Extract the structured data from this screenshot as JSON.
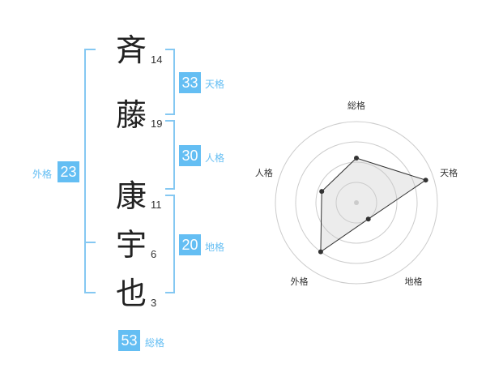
{
  "name": {
    "chars": [
      {
        "char": "斉",
        "strokes": "14"
      },
      {
        "char": "藤",
        "strokes": "19"
      },
      {
        "char": "康",
        "strokes": "11"
      },
      {
        "char": "宇",
        "strokes": "6"
      },
      {
        "char": "也",
        "strokes": "3"
      }
    ]
  },
  "kakusu": {
    "tenkaku": {
      "value": "33",
      "label": "天格"
    },
    "jinkaku": {
      "value": "30",
      "label": "人格"
    },
    "chikaku": {
      "value": "20",
      "label": "地格"
    },
    "gaikaku": {
      "value": "23",
      "label": "外格"
    },
    "soukaku": {
      "value": "53",
      "label": "総格"
    }
  },
  "colors": {
    "accent": "#64bef3",
    "bracket": "#85c8f2"
  },
  "chart_data": {
    "type": "radar",
    "axes": [
      "総格",
      "天格",
      "地格",
      "外格",
      "人格"
    ],
    "values": [
      0.55,
      0.9,
      0.25,
      0.75,
      0.45
    ],
    "rings": 4,
    "range": [
      0,
      1
    ]
  }
}
